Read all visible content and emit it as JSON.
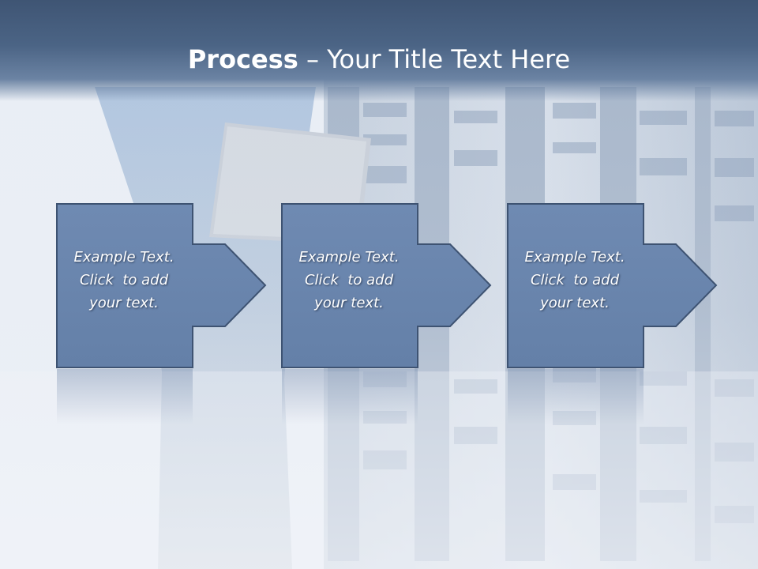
{
  "slide": {
    "title_bold": "Process",
    "title_separator": " – ",
    "title_rest": "Your Title Text Here"
  },
  "steps": [
    {
      "line1": "Example Text.",
      "line2": "Click  to add",
      "line3": "your text."
    },
    {
      "line1": "Example Text.",
      "line2": "Click  to add",
      "line3": "your text."
    },
    {
      "line1": "Example Text.",
      "line2": "Click  to add",
      "line3": "your text."
    }
  ],
  "colors": {
    "header": "#4b6485",
    "step_fill": "#6b86ae",
    "step_border": "#3e5372",
    "text": "#ffffff"
  },
  "background_image": "server-room-technician-photo"
}
